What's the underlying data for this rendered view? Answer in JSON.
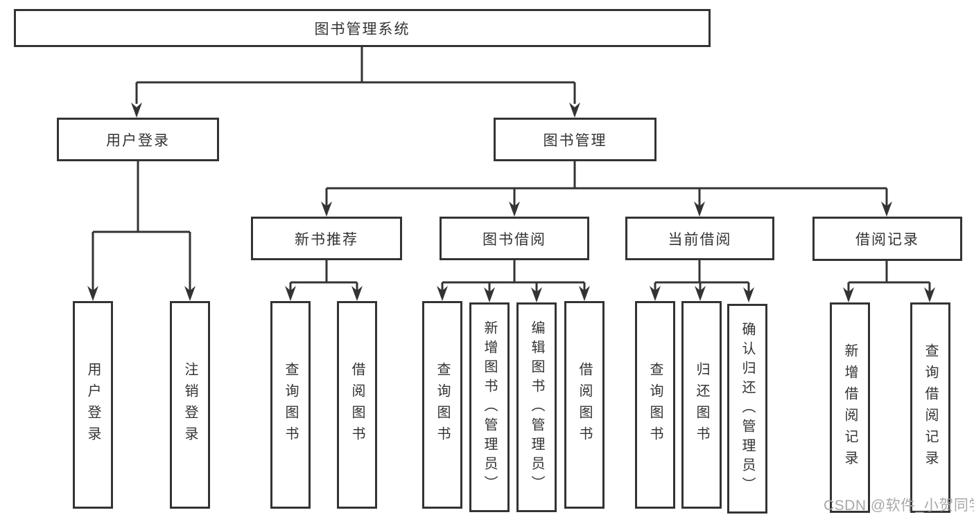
{
  "chart": {
    "type": "hierarchy-diagram",
    "root": {
      "label": "图书管理系统"
    },
    "branches": [
      {
        "label": "用户登录",
        "children": [
          {
            "label": "用户登录"
          },
          {
            "label": "注销登录"
          }
        ]
      },
      {
        "label": "图书管理",
        "children": [
          {
            "label": "新书推荐",
            "children": [
              {
                "label": "查询图书"
              },
              {
                "label": "借阅图书"
              }
            ]
          },
          {
            "label": "图书借阅",
            "children": [
              {
                "label": "查询图书"
              },
              {
                "label": "新增图书（管理员）"
              },
              {
                "label": "编辑图书（管理员）"
              },
              {
                "label": "借阅图书"
              }
            ]
          },
          {
            "label": "当前借阅",
            "children": [
              {
                "label": "查询图书"
              },
              {
                "label": "归还图书"
              },
              {
                "label": "确认归还（管理员）"
              }
            ]
          },
          {
            "label": "借阅记录",
            "children": [
              {
                "label": "新增借阅记录"
              },
              {
                "label": "查询借阅记录"
              }
            ]
          }
        ]
      }
    ]
  },
  "watermark": {
    "text": "CSDN @软件_小贺同学",
    "color": "#a8a8a8"
  },
  "colors": {
    "line": "#333333",
    "box_border": "#333333",
    "text": "#333333",
    "background": "#ffffff"
  }
}
